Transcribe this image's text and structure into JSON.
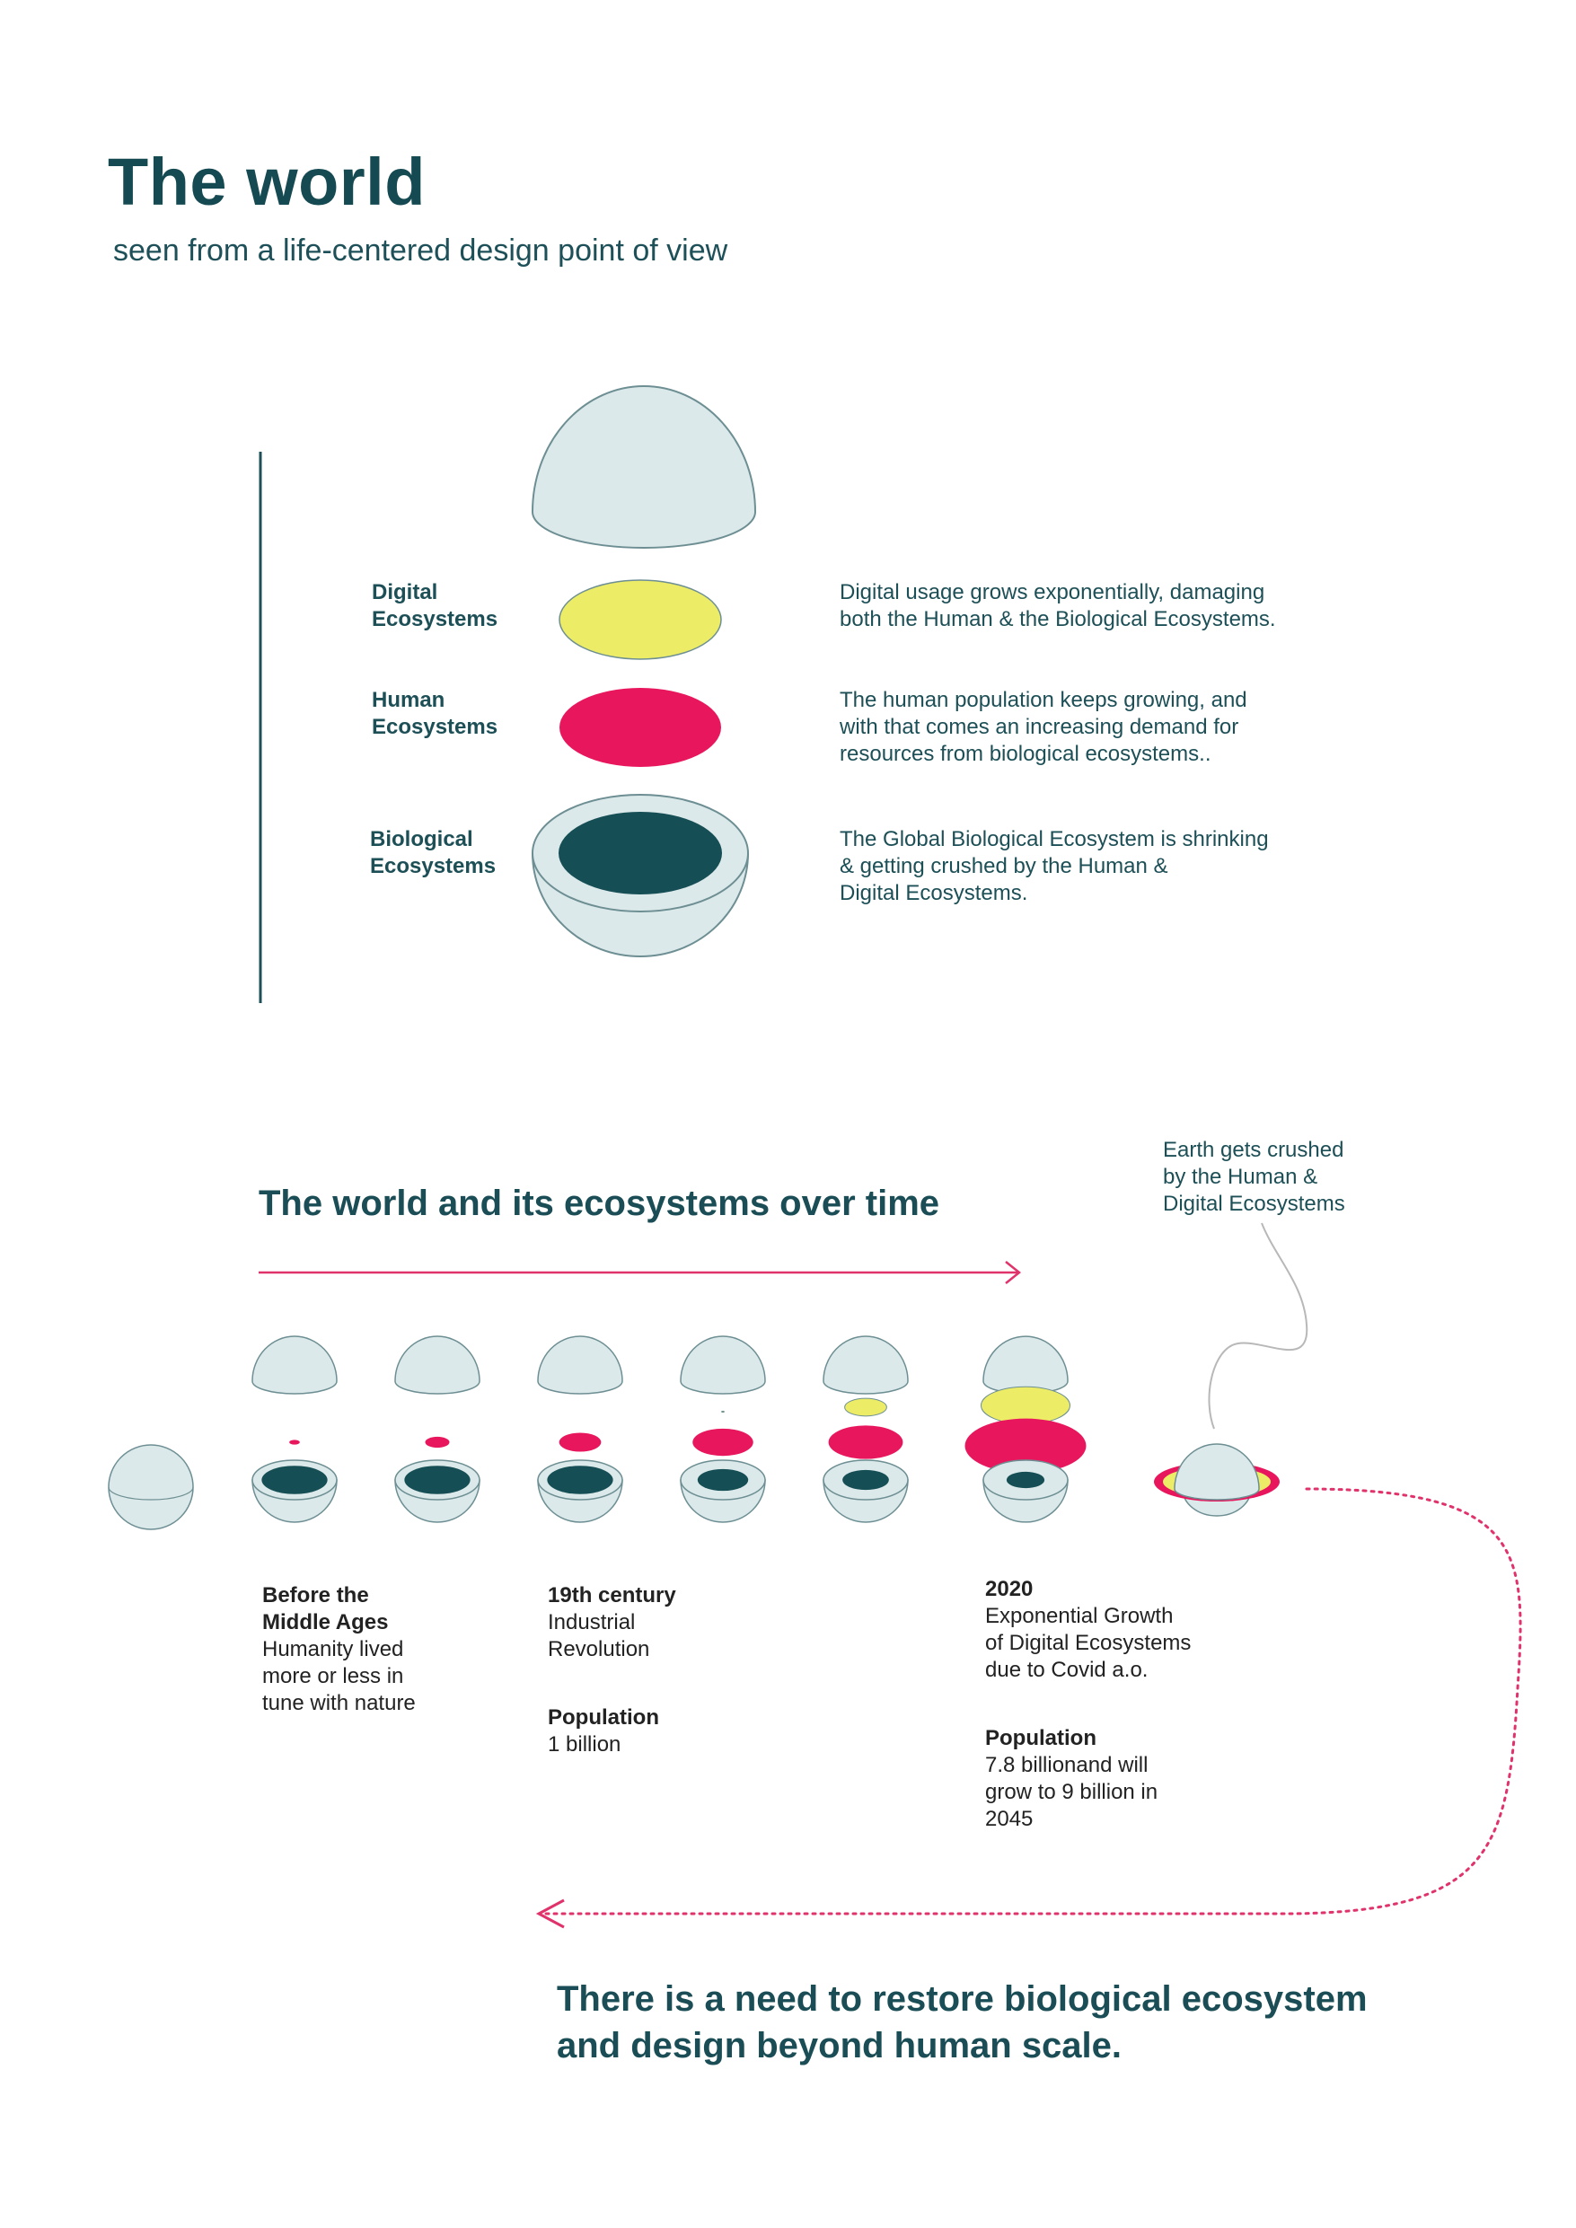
{
  "header": {
    "title": "The world",
    "subtitle": "seen from a life-centered design point of view"
  },
  "colors": {
    "teal_dark": "#154e55",
    "sphere_fill": "#dce9ea",
    "sphere_stroke": "#6d8f93",
    "digital_yellow": "#ecec66",
    "human_pink": "#e8175d",
    "arrow_pink": "#e0336b"
  },
  "ecosystems": [
    {
      "label": "Digital\nEcosystems",
      "description": "Digital usage grows exponentially, damaging\nboth the Human & the Biological Ecosystems."
    },
    {
      "label": "Human\nEcosystems",
      "description": "The human population keeps growing, and\nwith that comes an increasing demand for\nresources from biological ecosystems.."
    },
    {
      "label": "Biological\nEcosystems",
      "description": "The Global Biological Ecosystem is shrinking\n& getting crushed by the Human &\nDigital Ecosystems."
    }
  ],
  "timeline": {
    "title": "The world and its ecosystems over time",
    "crush_note": "Earth gets crushed\nby the Human &\nDigital Ecosystems",
    "stages": [
      {
        "digital": 0,
        "human": 0,
        "bio": 0,
        "open": false
      },
      {
        "digital": 0,
        "human": 0.13,
        "bio": 0.78,
        "open": true
      },
      {
        "digital": 0,
        "human": 0.3,
        "bio": 0.78,
        "open": true
      },
      {
        "digital": 0,
        "human": 0.52,
        "bio": 0.78,
        "open": true
      },
      {
        "digital": 0.03,
        "human": 0.75,
        "bio": 0.6,
        "open": true
      },
      {
        "digital": 0.52,
        "human": 0.92,
        "bio": 0.55,
        "open": true
      },
      {
        "digital": 1.1,
        "human": 1.5,
        "bio": 0.45,
        "open": true
      },
      {
        "crushed": true
      }
    ],
    "eras": [
      {
        "heading": "Before the\nMiddle Ages",
        "text": "Humanity lived\nmore or less in\ntune with nature"
      },
      {
        "heading": "19th century",
        "text": "Industrial\nRevolution",
        "pop_label": "Population",
        "pop_value": "1 billion"
      },
      {
        "heading": "2020",
        "text": "Exponential Growth\nof Digital Ecosystems\ndue to Covid a.o.",
        "pop_label": "Population",
        "pop_value": "7.8 billionand will\ngrow to 9 billion in\n2045"
      }
    ]
  },
  "conclusion": "There is a need to restore biological ecosystem\nand design beyond human scale."
}
